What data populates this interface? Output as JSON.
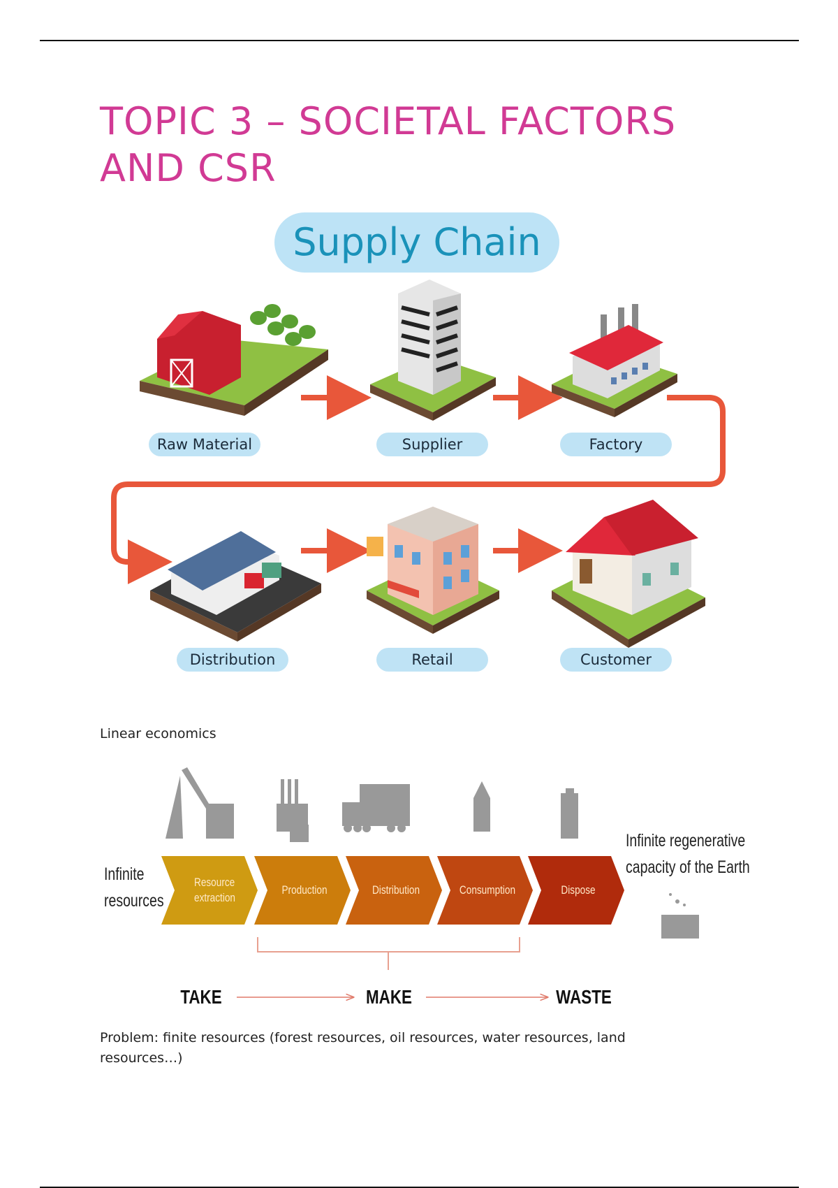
{
  "title": {
    "line1": "TOPIC 3 – SOCIETAL FACTORS",
    "line2": "AND CSR"
  },
  "supply_chain": {
    "title": "Supply Chain",
    "stages": [
      "Raw Material",
      "Supplier",
      "Factory",
      "Distribution",
      "Retail",
      "Customer"
    ]
  },
  "linear": {
    "caption": "Linear economics",
    "left_label": [
      "Infinite",
      "resources"
    ],
    "right_label": [
      "Infinite regenerative",
      "capacity of the Earth"
    ],
    "steps": [
      "Resource extraction",
      "Production",
      "Distribution",
      "Consumption",
      "Dispose"
    ],
    "step_colors": [
      "#cf9b12",
      "#cc7d0c",
      "#c9620f",
      "#bf4711",
      "#b02b0c"
    ],
    "flow": [
      "TAKE",
      "MAKE",
      "WASTE"
    ]
  },
  "problem": "Problem: finite resources (forest resources, oil resources, water resources, land resources…)"
}
